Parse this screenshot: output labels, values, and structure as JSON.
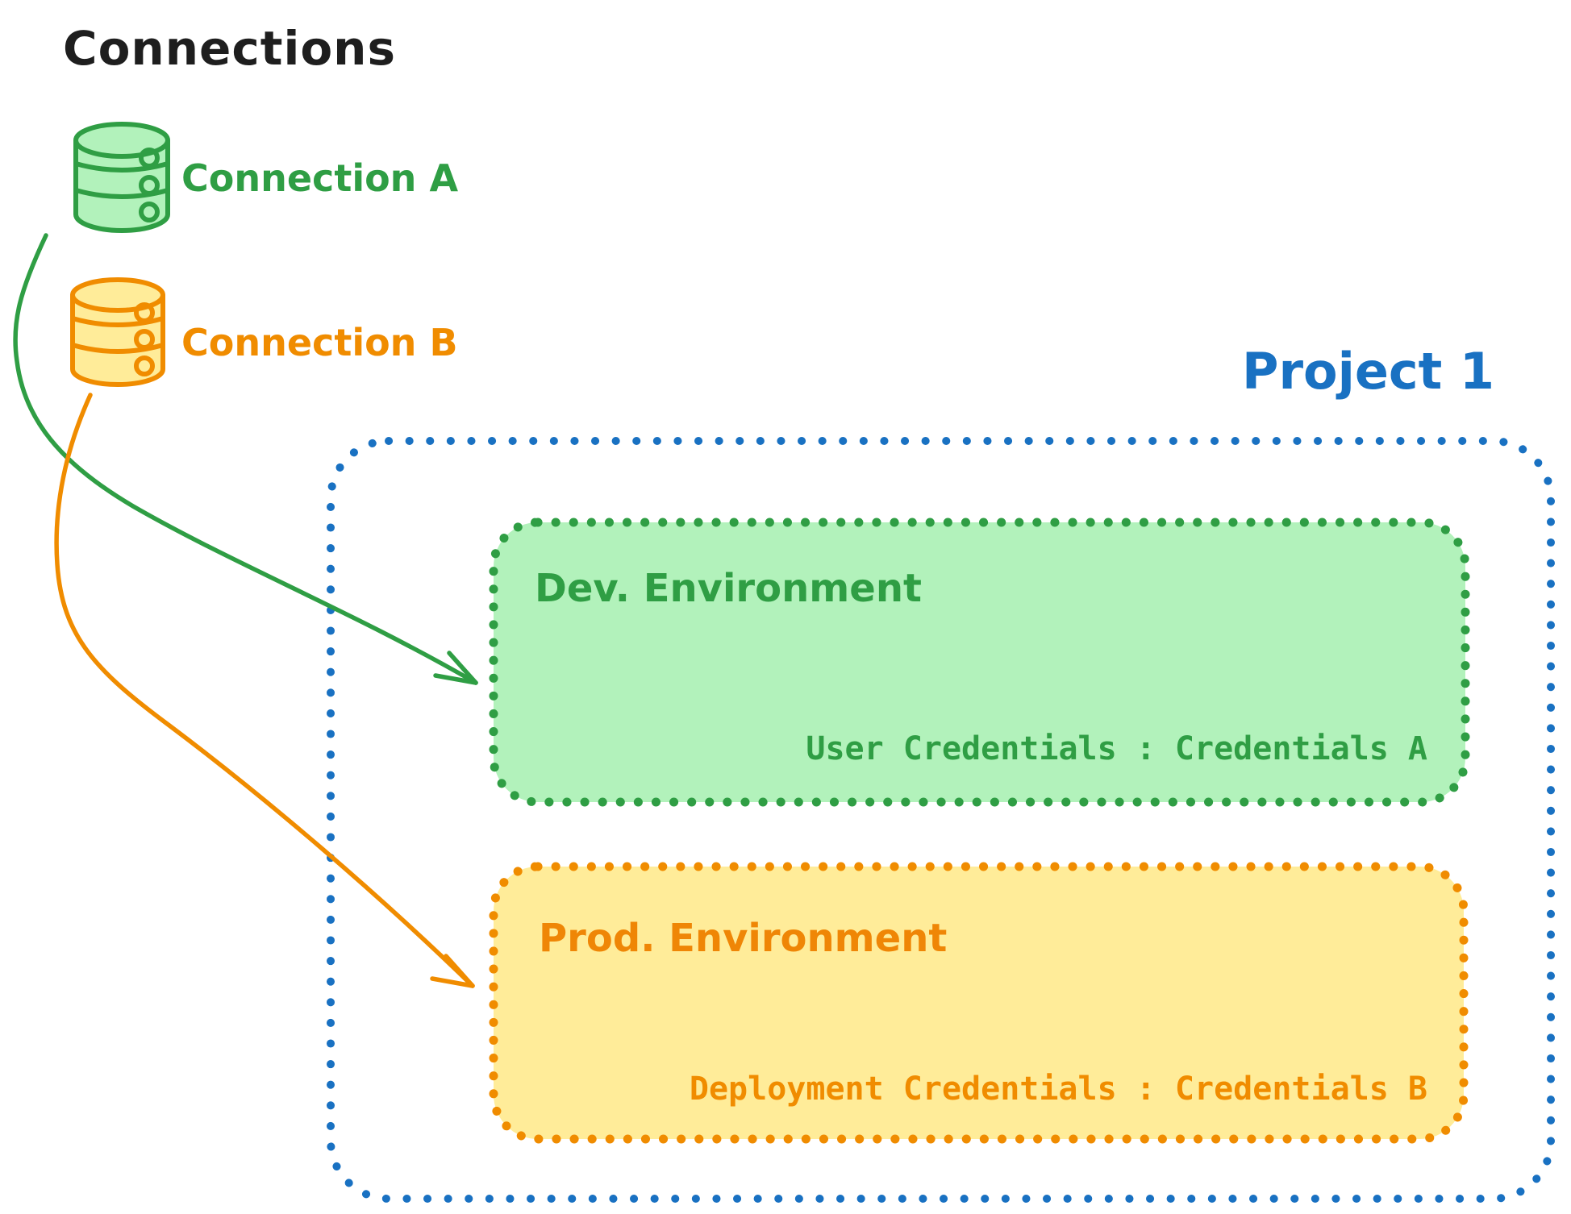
{
  "header": {
    "title": "Connections"
  },
  "connections": [
    {
      "label": "Connection A",
      "icon": "database-icon",
      "color": "#2f9e44",
      "fill": "#b2f2bb"
    },
    {
      "label": "Connection B",
      "icon": "database-icon",
      "color": "#f08c00",
      "fill": "#ffec99"
    }
  ],
  "project": {
    "label": "Project 1",
    "border_color": "#1971c2",
    "border_style": "dotted",
    "environments": [
      {
        "name": "Dev. Environment",
        "credentials": "User Credentials : Credentials A",
        "stroke": "#2f9e44",
        "fill": "#b2f2bb",
        "linked_connection": "Connection A"
      },
      {
        "name": "Prod. Environment",
        "credentials": "Deployment Credentials : Credentials B",
        "stroke": "#f08c00",
        "fill": "#ffec99",
        "linked_connection": "Connection B"
      }
    ]
  },
  "colors": {
    "text": "#1e1e1e",
    "green": "#2f9e44",
    "green_fill": "#b2f2bb",
    "orange": "#f08c00",
    "orange_fill": "#ffec99",
    "blue": "#1971c2"
  }
}
